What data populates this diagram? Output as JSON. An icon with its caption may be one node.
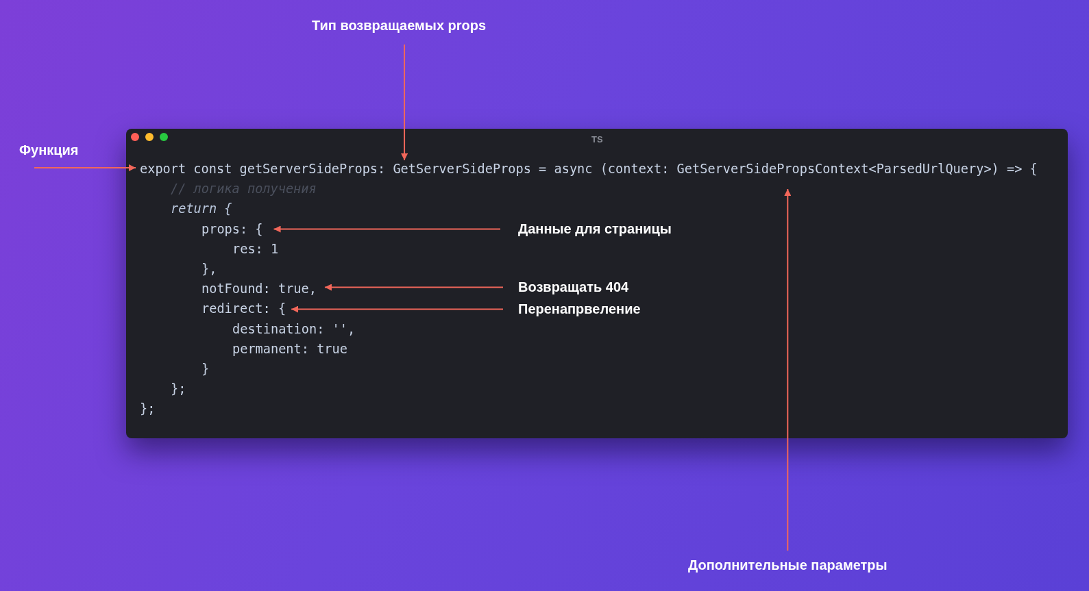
{
  "diagram": {
    "nodes": [
      {
        "text": [
          "Тип возвращаемых props"
        ]
      },
      {
        "text": [
          "Функция"
        ]
      },
      {
        "text": [
          "TS"
        ]
      },
      {
        "text": [
          "export const getServerSideProps: GetServerSideProps = async (context: GetServerSidePropsContext<ParsedUrlQuery>) => {"
        ],
        "in": 2
      },
      {
        "text": [
          "props: {"
        ],
        "in": 2
      },
      {
        "text": [
          "Данные для страницы"
        ],
        "in": 2
      },
      {
        "text": [
          "notFound: true,"
        ],
        "in": 2
      },
      {
        "text": [
          "Возвращать 404"
        ],
        "in": 2
      },
      {
        "text": [
          "redirect: {"
        ],
        "in": 2
      },
      {
        "text": [
          "Перенапрвеление"
        ],
        "in": 2
      },
      {
        "text": [
          "Дополнительные параметры"
        ]
      }
    ],
    "edges": [
      {
        "from": 0,
        "to": 3,
        "arrow": "to"
      },
      {
        "from": 1,
        "to": 3,
        "arrow": "to"
      },
      {
        "from": 5,
        "to": 4,
        "arrow": "to"
      },
      {
        "from": 7,
        "to": 6,
        "arrow": "to"
      },
      {
        "from": 9,
        "to": 8,
        "arrow": "to"
      },
      {
        "from": 10,
        "to": 3,
        "arrow": "to"
      }
    ],
    "labels": [
      "// логика получения",
      "return {",
      "res: 1",
      "},",
      "destination: '',",
      "permanent: true",
      "}",
      "};",
      "};"
    ]
  }
}
